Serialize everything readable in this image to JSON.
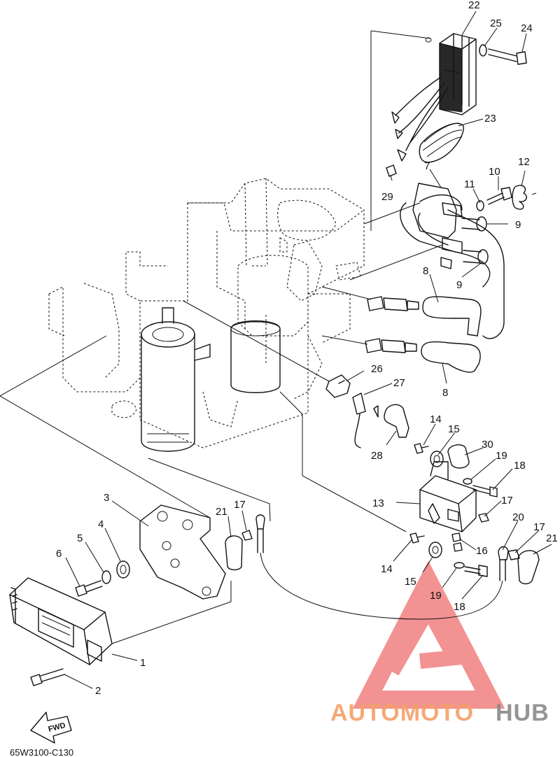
{
  "diagram_code": "65W3100-C130",
  "fwd_label": "FWD",
  "watermark": {
    "part1": "AUTOMOTO",
    "part2": "HUB",
    "color1": "#f4a06a",
    "color2": "#8a8a8a",
    "logo_color": "#f08080"
  },
  "callouts": {
    "n1": "1",
    "n2": "2",
    "n3": "3",
    "n4": "4",
    "n5": "5",
    "n6": "6",
    "n7": "7",
    "n8a": "8",
    "n8b": "8",
    "n9a": "9",
    "n9b": "9",
    "n10": "10",
    "n11": "11",
    "n12": "12",
    "n13": "13",
    "n14a": "14",
    "n14b": "14",
    "n15a": "15",
    "n15b": "15",
    "n16": "16",
    "n17a": "17",
    "n17b": "17",
    "n17c": "17",
    "n18a": "18",
    "n18b": "18",
    "n19a": "19",
    "n19b": "19",
    "n20": "20",
    "n21a": "21",
    "n21b": "21",
    "n22": "22",
    "n23": "23",
    "n24": "24",
    "n25": "25",
    "n26": "26",
    "n27": "27",
    "n28": "28",
    "n29": "29",
    "n30": "30"
  }
}
